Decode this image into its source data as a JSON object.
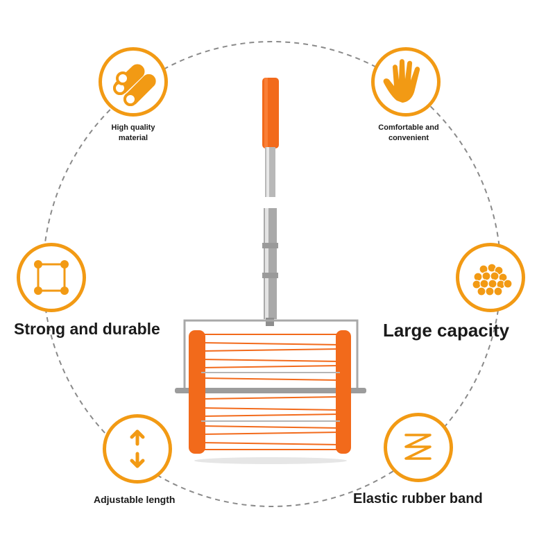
{
  "accent_color": "#f29a14",
  "product": {
    "name": "tennis-ball-collector-roller",
    "handle_color": "#f26a1b",
    "cage_color": "#f26a1b"
  },
  "features": [
    {
      "icon": "pipes-icon",
      "line1": "High quality",
      "line2": "material"
    },
    {
      "icon": "hand-icon",
      "line1": "Comfortable and",
      "line2": "convenient"
    },
    {
      "icon": "square-frame-icon",
      "text": "Strong and durable"
    },
    {
      "icon": "balls-pile-icon",
      "text": "Large capacity"
    },
    {
      "icon": "up-down-arrows-icon",
      "text": "Adjustable length"
    },
    {
      "icon": "zigzag-spring-icon",
      "text": "Elastic rubber band"
    }
  ]
}
